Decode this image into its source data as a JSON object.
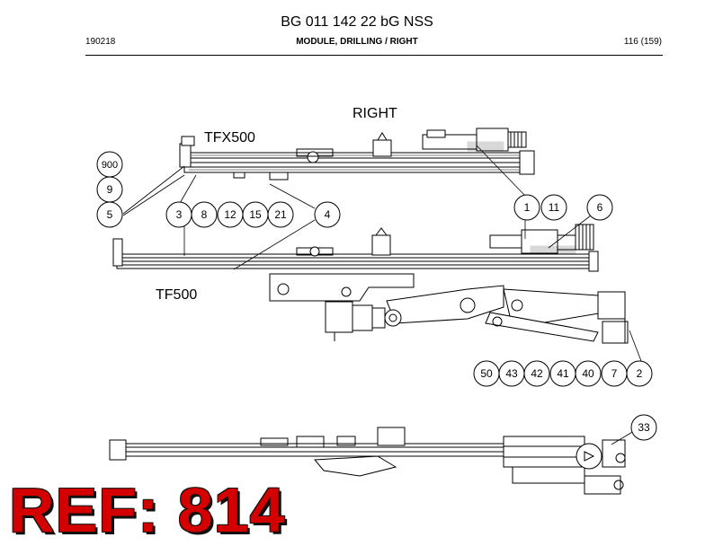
{
  "header": {
    "doc_title": "BG 011 142 22 bG NSS",
    "doc_code": "190218",
    "section": "MODULE, DRILLING / RIGHT",
    "page": "116 (159)"
  },
  "labels": {
    "side": "RIGHT",
    "upper_boom": "TFX500",
    "lower_boom": "TF500"
  },
  "callouts": [
    "900",
    "9",
    "5",
    "3",
    "8",
    "12",
    "15",
    "21",
    "4",
    "1",
    "11",
    "6",
    "50",
    "43",
    "42",
    "41",
    "40",
    "7",
    "2",
    "33"
  ],
  "reference": "REF: 814",
  "colors": {
    "reference": "#d40000",
    "line": "#000000"
  }
}
